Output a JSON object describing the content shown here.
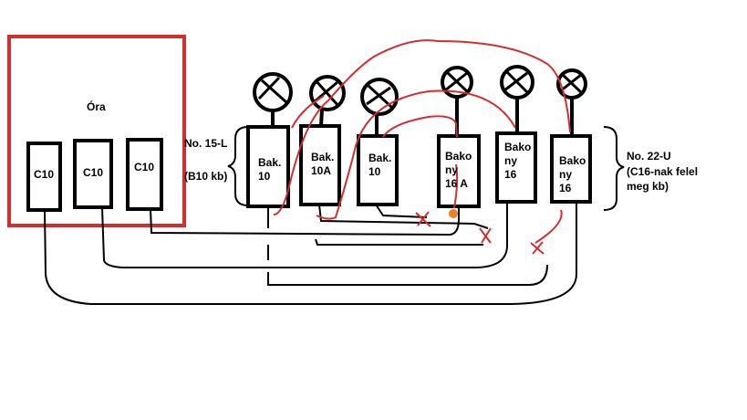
{
  "meter": {
    "title": "Óra",
    "breakers": [
      "C10",
      "C10",
      "C10"
    ]
  },
  "left_group": {
    "label_line1": "No. 15-L",
    "label_line2": "(B10 kb)",
    "breakers": [
      "Bak.\n10",
      "Bak.\n10A",
      "Bak.\n10"
    ]
  },
  "right_group": {
    "label_line1": "No. 22-U",
    "label_line2": "(C16-nak felel",
    "label_line3": "meg kb)",
    "breakers": [
      "Bako\nny\n16 A",
      "Bako\nny\n16",
      "Bako\nny\n16"
    ]
  },
  "colors": {
    "meter_border": "#d42d2d",
    "wire_black": "#000000",
    "wire_red": "#d42d2d",
    "marker_orange": "#f08020"
  },
  "icons": [
    "lamp-icon",
    "lamp-icon",
    "lamp-icon",
    "lamp-icon",
    "lamp-icon",
    "lamp-icon"
  ]
}
